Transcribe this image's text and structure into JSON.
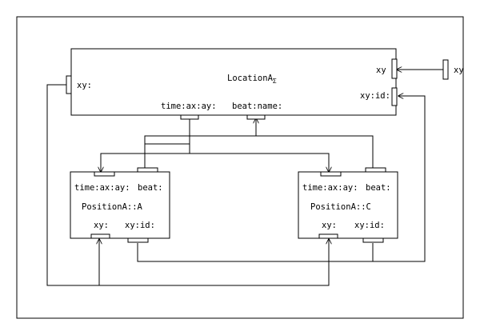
{
  "location": {
    "title": "LocationA",
    "subscript": "Σ",
    "ports": {
      "left": "xy:",
      "right_top": "xy",
      "right_bottom": "xy:id:",
      "bottom_left": "time:ax:ay:",
      "bottom_right": "beat:name:"
    }
  },
  "external": {
    "label": "xy"
  },
  "positionA": {
    "title": "PositionA::A",
    "top_left": "time:ax:ay:",
    "top_right": "beat:",
    "bottom_left": "xy:",
    "bottom_right": "xy:id:"
  },
  "positionC": {
    "title": "PositionA::C",
    "top_left": "time:ax:ay:",
    "top_right": "beat:",
    "bottom_left": "xy:",
    "bottom_right": "xy:id:"
  }
}
